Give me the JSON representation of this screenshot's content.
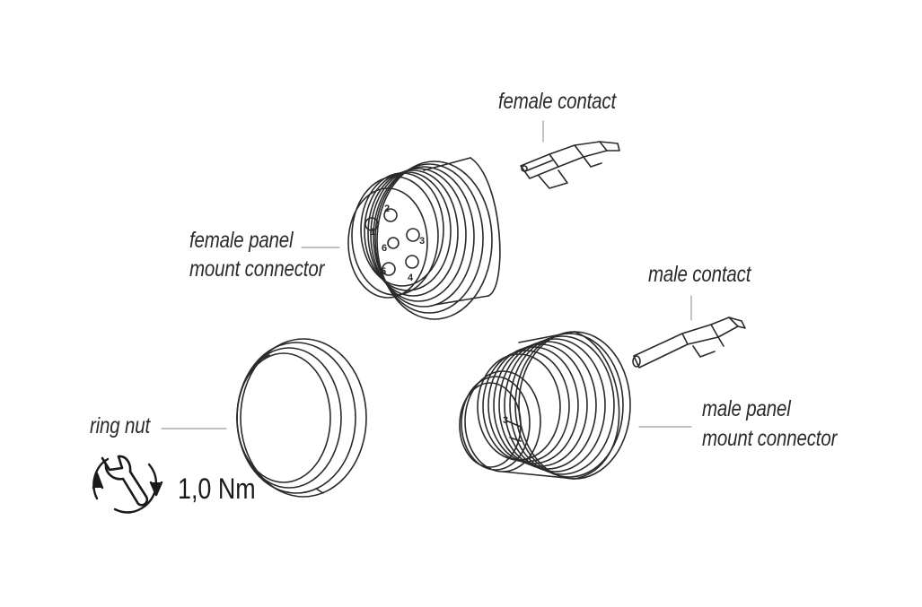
{
  "labels": {
    "female_contact": "female contact",
    "female_panel_line1": "female panel",
    "female_panel_line2": "mount connector",
    "male_contact": "male contact",
    "male_panel_line1": "male panel",
    "male_panel_line2": "mount connector",
    "ring_nut": "ring nut",
    "torque": "1,0 Nm"
  },
  "pin_numbers": [
    "1",
    "2",
    "3",
    "4",
    "5",
    "6"
  ],
  "male_pin_number": "3",
  "icons": [
    "wrench-icon",
    "rotate-arrows-icon"
  ],
  "colors": {
    "line": "#2a2a2a",
    "leader": "#9a9a9a",
    "text": "#2a2a2a"
  }
}
